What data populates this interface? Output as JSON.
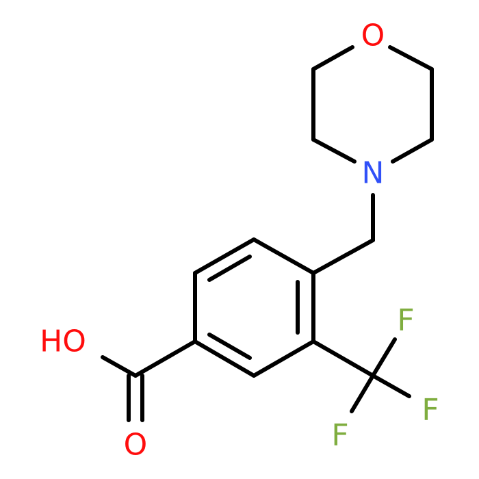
{
  "molecule": {
    "atom_labels": {
      "O_ring": "O",
      "N_ring": "N",
      "HO_acid": "HO",
      "O_carbonyl": "O",
      "F1": "F",
      "F2": "F",
      "F3": "F"
    },
    "colors": {
      "bond": "#000000",
      "oxygen": "#ff0d0d",
      "nitrogen": "#3050f8",
      "fluorine": "#7fad3f"
    }
  }
}
